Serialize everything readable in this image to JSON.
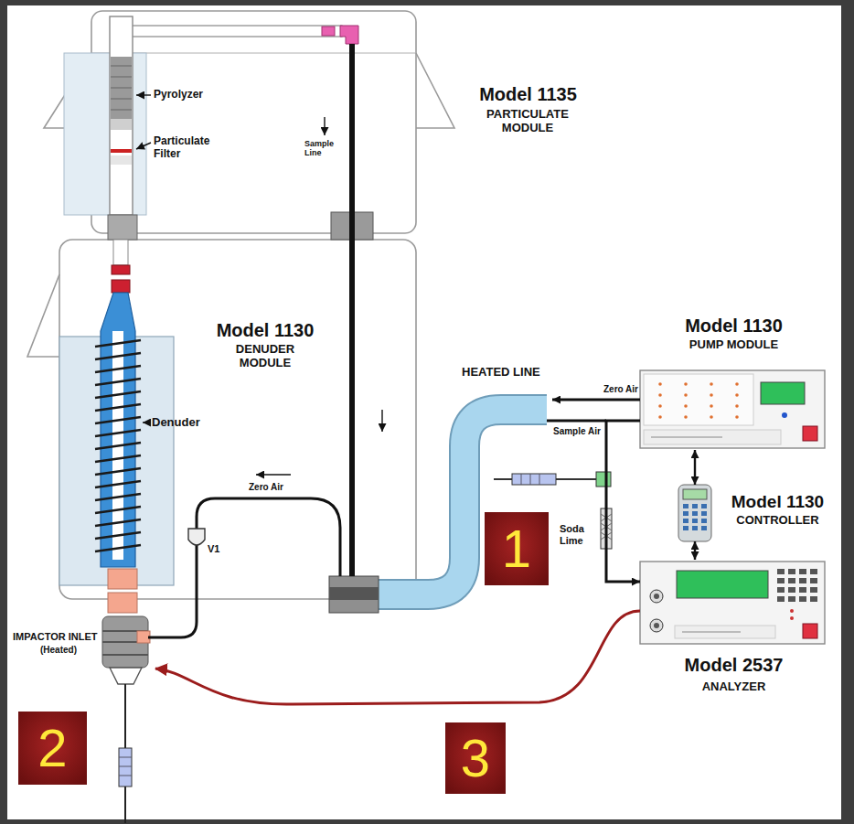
{
  "diagram": {
    "nodes": [
      {
        "text": [
          "Model 1135",
          "PARTICULATE MODULE"
        ]
      },
      {
        "text": [
          "Model 1130",
          "DENUDER MODULE"
        ]
      },
      {
        "text": [
          "Model 1130",
          "PUMP MODULE"
        ]
      },
      {
        "text": [
          "Model 1130",
          "CONTROLLER"
        ]
      },
      {
        "text": [
          "Model 2537",
          "ANALYZER"
        ]
      }
    ],
    "edges": [
      {
        "from": 3,
        "to": 2,
        "arrow": "both"
      },
      {
        "from": 3,
        "to": 4,
        "arrow": "both"
      },
      {
        "from": 2,
        "to": 4,
        "arrow": "to"
      }
    ],
    "labels": [
      "Pyrolyzer",
      "Particulate Filter",
      "Sample Line",
      "Denuder",
      "Zero Air",
      "V1",
      "IMPACTOR INLET",
      "(Heated)",
      "HEATED LINE",
      "Zero Air",
      "Sample Air",
      "Soda Lime",
      "1",
      "2",
      "3"
    ]
  }
}
